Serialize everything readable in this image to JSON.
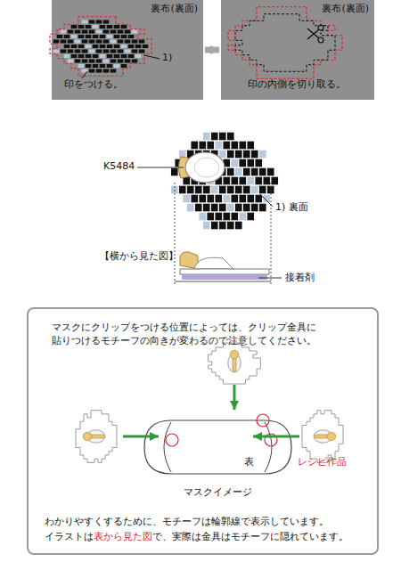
{
  "diagram": {
    "nodes": [
      {
        "text": [
          "裏布(裏面)",
          "印をつける。",
          "1)"
        ]
      },
      {
        "text": [
          "裏布(裏面)",
          "印の内側を切り取る。"
        ]
      },
      {
        "text": [
          "マスクにクリップをつける位置によっては、クリップ金具に 貼りつけるモチーフの向きが変わるので注意してください。",
          "わかりやすくするために、モチーフは輪郭線で表示しています。",
          "イラストは",
          "表から見た図",
          "で、実際は金具はモチーフに隠れています。"
        ]
      },
      {
        "text": [
          "表",
          "マスクイメージ"
        ],
        "in": 2
      }
    ],
    "edges": [
      {
        "from": 0,
        "to": 1,
        "arrow": "to"
      }
    ],
    "labels": [
      "K5484",
      "1) 裏面",
      "【横から見た図】",
      "接着剤",
      "レシピ作品"
    ]
  }
}
